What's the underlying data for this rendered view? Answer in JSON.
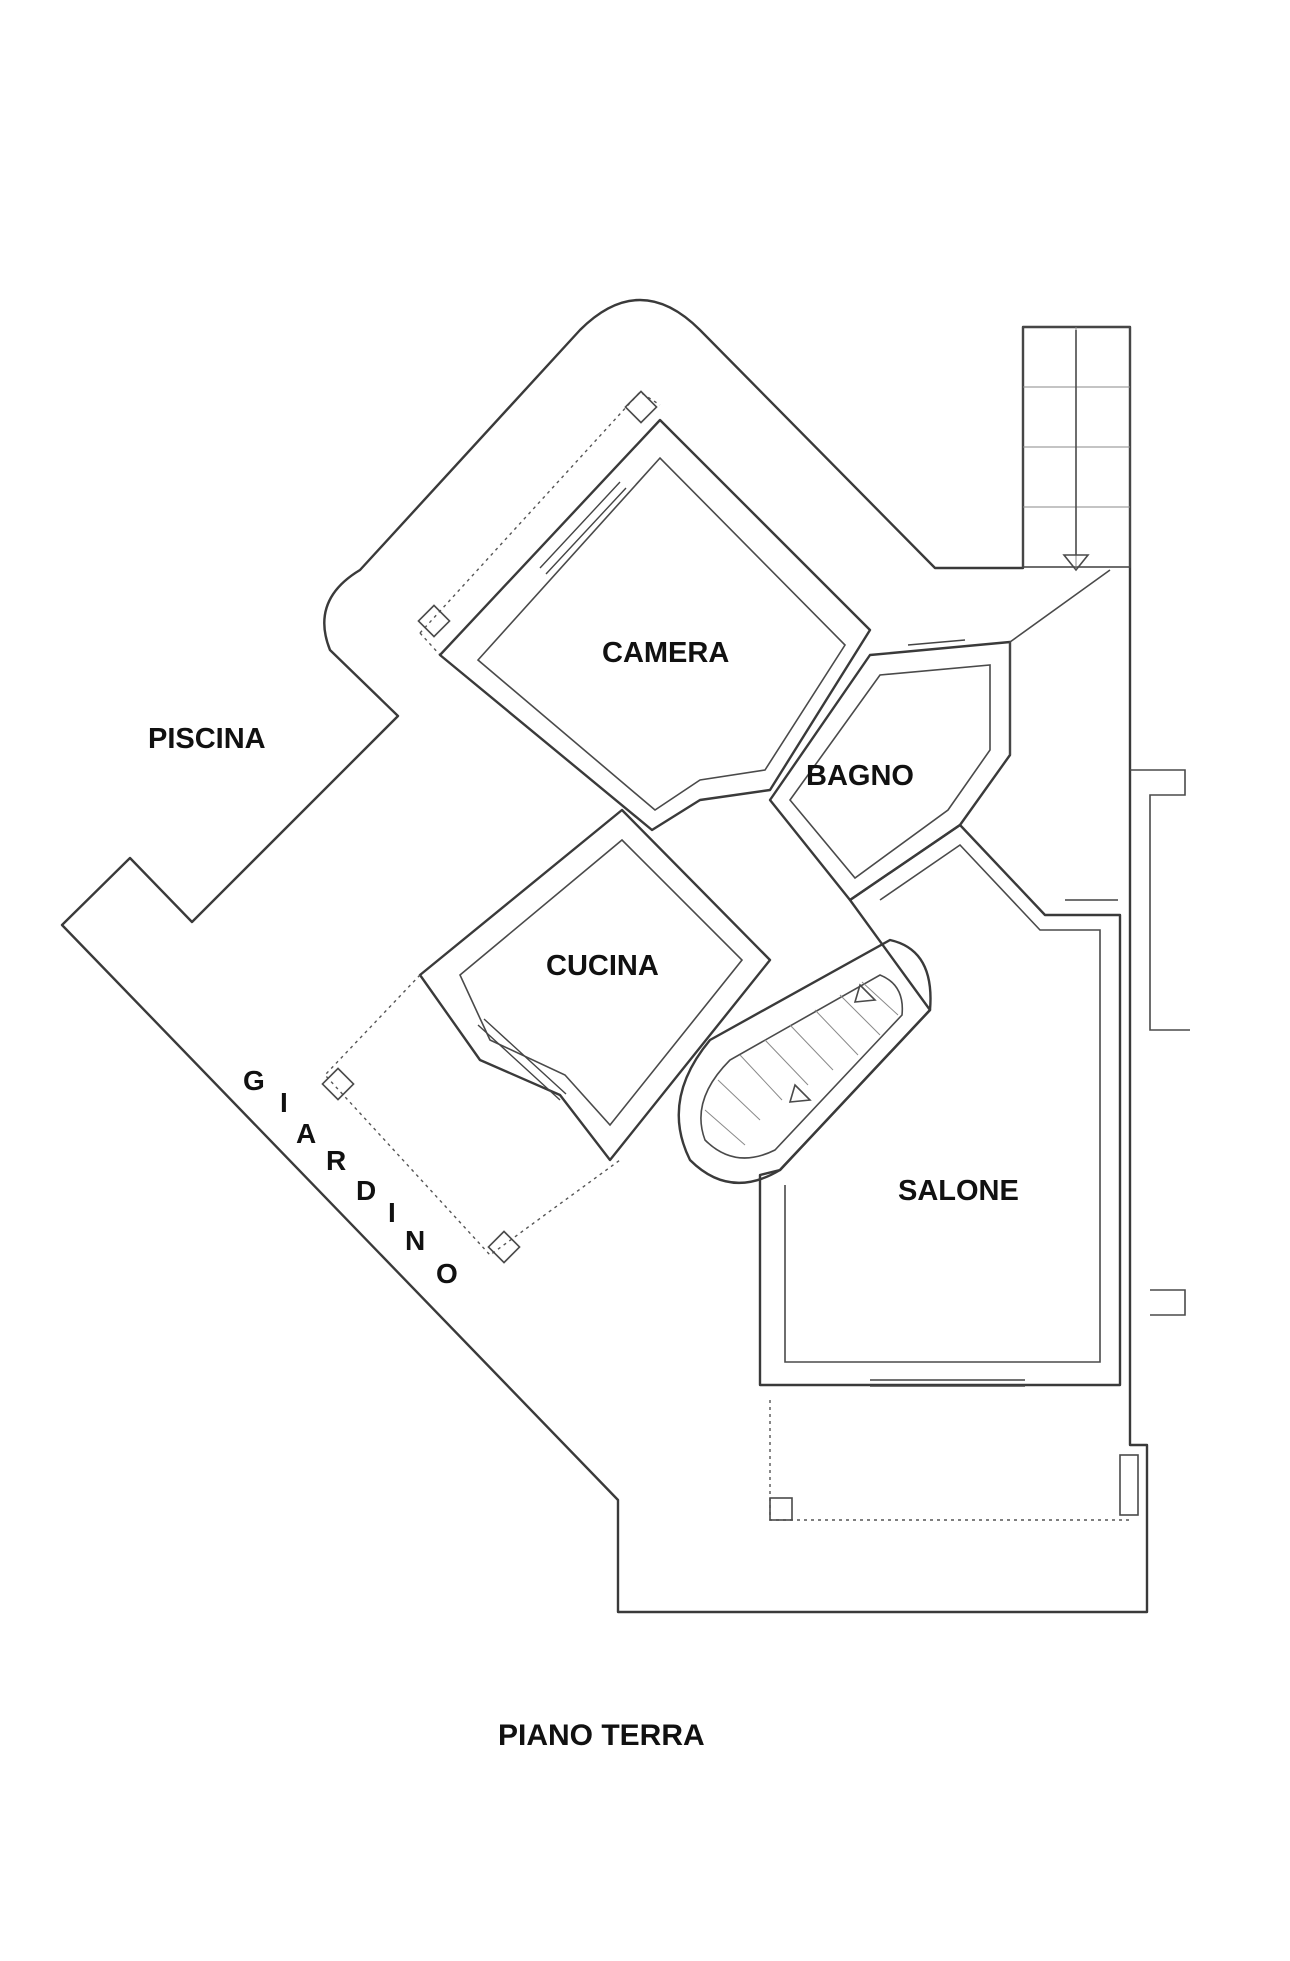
{
  "colors": {
    "background": "#ffffff",
    "ink": "#111111",
    "wall": "#3a3a3a"
  },
  "labels": {
    "piscina": "PISCINA",
    "camera": "CAMERA",
    "bagno": "BAGNO",
    "cucina": "CUCINA",
    "salone": "SALONE",
    "giardino_letters": [
      "G",
      "I",
      "A",
      "R",
      "D",
      "I",
      "N",
      "O"
    ],
    "floor_title": "PIANO TERRA"
  }
}
